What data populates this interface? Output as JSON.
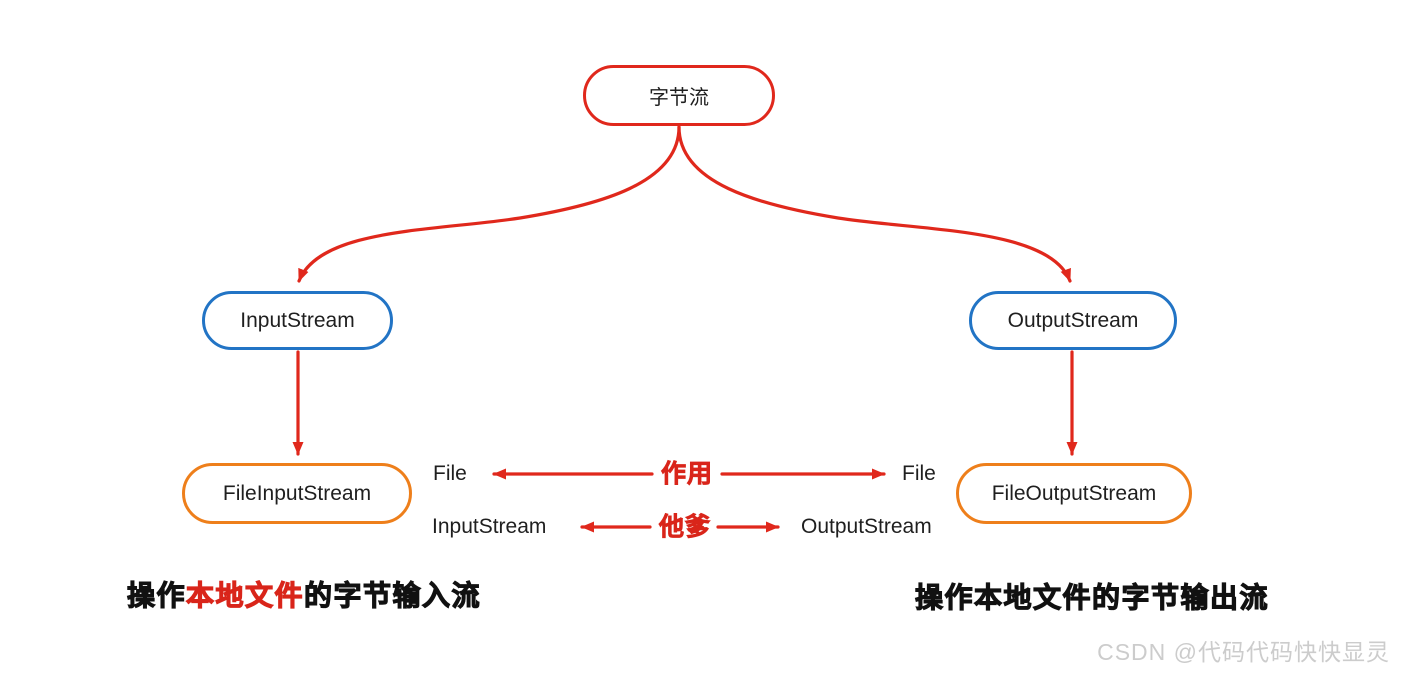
{
  "diagram": {
    "title_node": "字节流",
    "nodes": {
      "root": "字节流",
      "input_stream": "InputStream",
      "output_stream": "OutputStream",
      "file_input_stream": "FileInputStream",
      "file_output_stream": "FileOutputStream"
    },
    "relations": {
      "row1": {
        "left": "File",
        "center": "作用",
        "right": "File"
      },
      "row2": {
        "left": "InputStream",
        "center": "他爹",
        "right": "OutputStream"
      }
    },
    "captions": {
      "left": {
        "prefix": "操作",
        "highlight": "本地文件",
        "suffix": "的字节输入流"
      },
      "right": "操作本地文件的字节输出流"
    },
    "colors": {
      "arrow_red": "#e0281c",
      "node_blue": "#2274c5",
      "node_orange": "#ee7f1b",
      "highlight_red": "#d9251a",
      "caption_black": "#111111",
      "watermark_gray": "#cccccc"
    }
  },
  "watermark": "CSDN @代码代码快快显灵"
}
